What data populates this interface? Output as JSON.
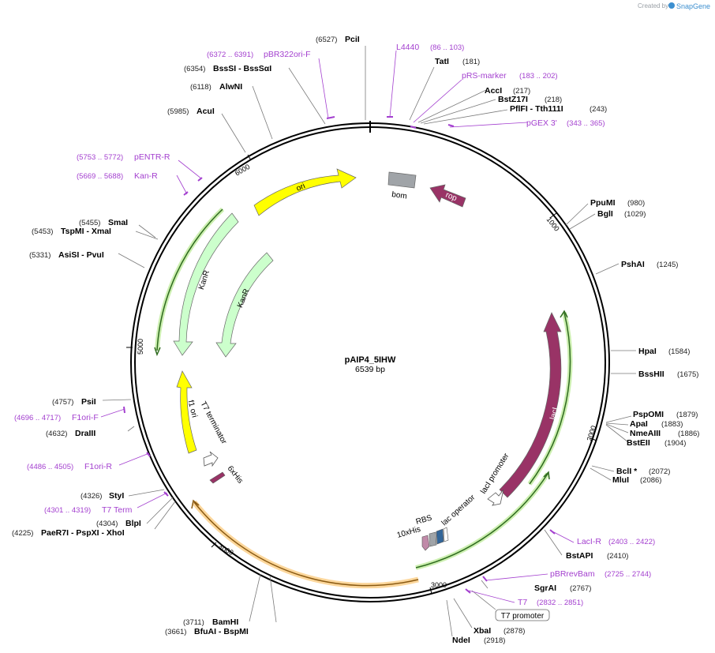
{
  "credit": {
    "prefix": "Created by",
    "brand": "SnapGene"
  },
  "plasmid": {
    "name": "pAIP4_5IHW",
    "length_label": "6539 bp",
    "length": 6539
  },
  "ticks": [
    "1000",
    "2000",
    "3000",
    "4000",
    "5000",
    "6000"
  ],
  "enzymes": [
    {
      "text": "PciI",
      "pos": "(6527)"
    },
    {
      "text": "TatI",
      "pos": "(181)"
    },
    {
      "text": "AccI",
      "pos": "(217)"
    },
    {
      "text": "BstZ17I",
      "pos": "(218)"
    },
    {
      "text": "PflFI - Tth111I",
      "pos": "(243)"
    },
    {
      "text": "PpuMI",
      "pos": "(980)"
    },
    {
      "text": "BglI",
      "pos": "(1029)"
    },
    {
      "text": "PshAI",
      "pos": "(1245)"
    },
    {
      "text": "HpaI",
      "pos": "(1584)"
    },
    {
      "text": "BssHII",
      "pos": "(1675)"
    },
    {
      "text": "PspOMI",
      "pos": "(1879)"
    },
    {
      "text": "ApaI",
      "pos": "(1883)"
    },
    {
      "text": "NmeAIII",
      "pos": "(1886)"
    },
    {
      "text": "BstEII",
      "pos": "(1904)"
    },
    {
      "text": "BclI *",
      "pos": "(2072)"
    },
    {
      "text": "MluI",
      "pos": "(2086)"
    },
    {
      "text": "BstAPI",
      "pos": "(2410)"
    },
    {
      "text": "SgrAI",
      "pos": "(2767)"
    },
    {
      "text": "XbaI",
      "pos": "(2878)"
    },
    {
      "text": "NdeI",
      "pos": "(2918)"
    },
    {
      "text": "BamHI",
      "pos": "(3711)"
    },
    {
      "text": "BfuAI - BspMI",
      "pos": "(3661)"
    },
    {
      "text": "BlpI",
      "pos": "(4304)"
    },
    {
      "text": "PaeR7I - PspXI - XhoI",
      "pos": "(4225)"
    },
    {
      "text": "StyI",
      "pos": "(4326)"
    },
    {
      "text": "DraIII",
      "pos": "(4632)"
    },
    {
      "text": "PsiI",
      "pos": "(4757)"
    },
    {
      "text": "AsiSI - PvuI",
      "pos": "(5331)"
    },
    {
      "text": "TspMI - XmaI",
      "pos": "(5453)"
    },
    {
      "text": "SmaI",
      "pos": "(5455)"
    },
    {
      "text": "AcuI",
      "pos": "(5985)"
    },
    {
      "text": "AlwNI",
      "pos": "(6118)"
    },
    {
      "text": "BssSI - BssSαI",
      "pos": "(6354)"
    }
  ],
  "primers": [
    {
      "text": "pBR322ori-F",
      "pos": "(6372 .. 6391)"
    },
    {
      "text": "L4440",
      "pos": "(86 .. 103)"
    },
    {
      "text": "pRS-marker",
      "pos": "(183 .. 202)"
    },
    {
      "text": "pGEX 3'",
      "pos": "(343 .. 365)"
    },
    {
      "text": "pENTR-R",
      "pos": "(5753 .. 5772)"
    },
    {
      "text": "Kan-R",
      "pos": "(5669 .. 5688)"
    },
    {
      "text": "F1ori-F",
      "pos": "(4696 .. 4717)"
    },
    {
      "text": "F1ori-R",
      "pos": "(4486 .. 4505)"
    },
    {
      "text": "T7 Term",
      "pos": "(4301 .. 4319)"
    },
    {
      "text": "LacI-R",
      "pos": "(2403 .. 2422)"
    },
    {
      "text": "pBRrevBam",
      "pos": "(2725 .. 2744)"
    },
    {
      "text": "T7",
      "pos": "(2832 .. 2851)"
    }
  ],
  "features": [
    {
      "label": "ori",
      "color": "#ffff00"
    },
    {
      "label": "bom",
      "color": "#a0a4a8"
    },
    {
      "label": "rop",
      "color": "#993366"
    },
    {
      "label": "KanR",
      "color": "#ccffcc"
    },
    {
      "label": "KanR",
      "color": "#ccffcc"
    },
    {
      "label": "f1 ori",
      "color": "#ffff00"
    },
    {
      "label": "T7 terminator",
      "color": "#ffffff"
    },
    {
      "label": "6xHis",
      "color": "#993366"
    },
    {
      "label": "lacI",
      "color": "#993366"
    },
    {
      "label": "lacI promoter",
      "color": "#ffffff"
    },
    {
      "label": "lac operator",
      "color": "#ffffff"
    },
    {
      "label": "RBS",
      "color": "#ffffff"
    },
    {
      "label": "10xHis",
      "color": "#993366"
    },
    {
      "label": "T7 promoter",
      "color": "#ffffff"
    }
  ]
}
